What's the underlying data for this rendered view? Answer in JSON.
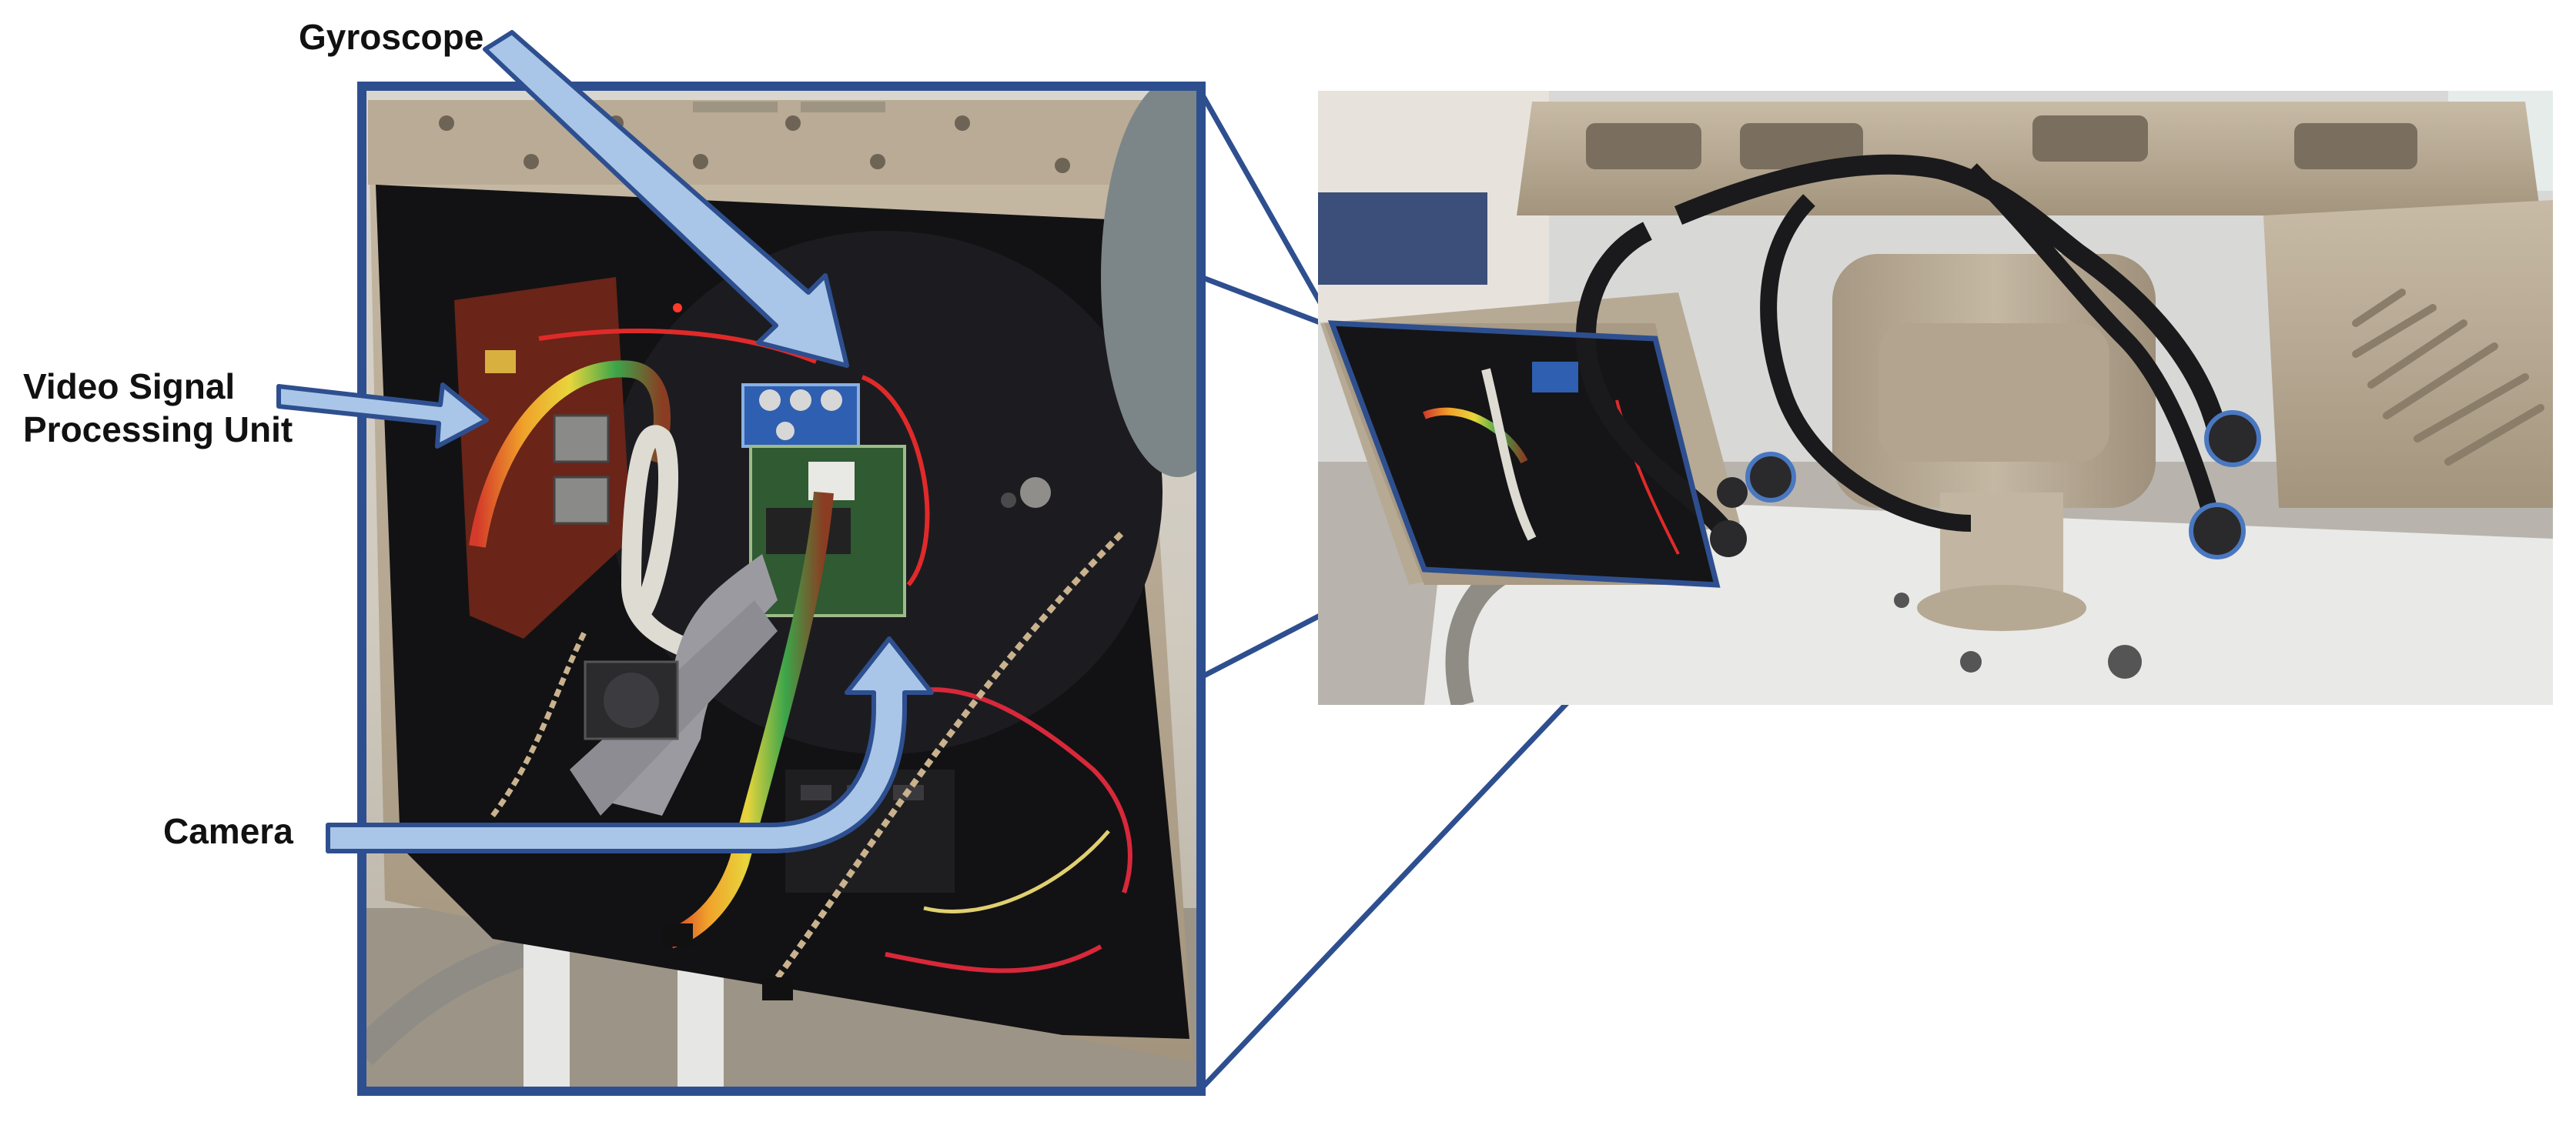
{
  "callouts": {
    "gyroscope": "Gyroscope",
    "video_signal_processing_unit": [
      "Video Signal",
      "Processing Unit"
    ],
    "camera": "Camera"
  },
  "colors": {
    "frame": "#2e4f8f",
    "arrow_fill": "#a9c6e8",
    "arrow_stroke": "#2e4f8f",
    "housing": "#b5a793",
    "enclosure_interior": "#121214",
    "background": "#ffffff"
  },
  "photos": {
    "closeup": "open camera enclosure with internal electronics, ribbon cables and wiring",
    "overview": "tan gimbal-mounted sensor housing with cables on a stand"
  }
}
